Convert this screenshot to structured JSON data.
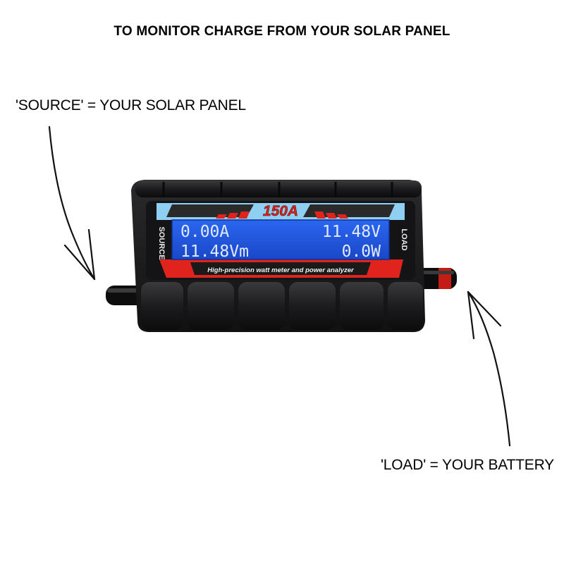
{
  "header": {
    "title": "TO MONITOR CHARGE FROM YOUR SOLAR PANEL"
  },
  "annotations": {
    "source_note": "'SOURCE' = YOUR SOLAR PANEL",
    "load_note": "'LOAD' = YOUR BATTERY"
  },
  "device": {
    "rating": "150A",
    "source_label": "SOURCE",
    "load_label": "LOAD",
    "tagline": "High-precision watt meter and power analyzer",
    "display": {
      "current": "0.00A",
      "voltage": "11.48V",
      "min_voltage": "11.48Vm",
      "power": "0.0W"
    }
  },
  "colors": {
    "case": "#1c1c1e",
    "lcd": "#1f56e0",
    "bezel_top": "#8fd0f2",
    "bezel_bottom": "#e0231d"
  }
}
